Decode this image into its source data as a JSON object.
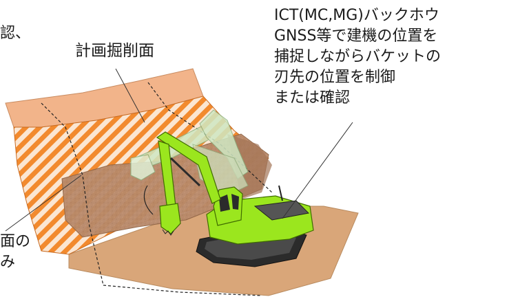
{
  "labels": {
    "top_left_fragment": "認、",
    "planned_excavation_surface": "計画掘削面",
    "ict_note": {
      "lines": [
        "ICT(MC,MG)バックホウ",
        "GNSS等で建機の位置を",
        "捕捉しながらバケットの",
        "刃先の位置を制御",
        "または確認"
      ]
    },
    "bottom_left_fragment": {
      "lines": [
        "面の",
        "み"
      ]
    }
  },
  "colors": {
    "ground_top": "#f2b48a",
    "hatch_orange": "#f28a2e",
    "soil_dark": "#b8896a",
    "soil_mid": "#d7b08c",
    "floor": "#d9a679",
    "excavator_green": "#9be61e",
    "excavator_dark": "#2b2b2b",
    "ghost_green": "#cfe8c3",
    "leader_line": "#333333"
  },
  "icons": {
    "excavator": "excavator-icon",
    "ghost_excavator": "ghost-excavator-icon"
  }
}
